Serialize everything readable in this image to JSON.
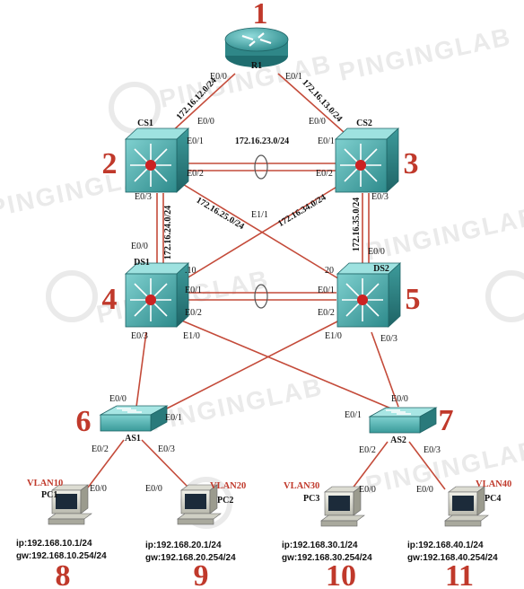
{
  "watermark": "PINGINGLAB",
  "devices": {
    "R1": {
      "name": "R1",
      "num": "1"
    },
    "CS1": {
      "name": "CS1",
      "num": "2"
    },
    "CS2": {
      "name": "CS2",
      "num": "3"
    },
    "DS1": {
      "name": "DS1",
      "num": "4"
    },
    "DS2": {
      "name": "DS2",
      "num": "5"
    },
    "AS1": {
      "name": "AS1",
      "num": "6"
    },
    "AS2": {
      "name": "AS2",
      "num": "7"
    }
  },
  "pcs": [
    {
      "name": "PC1",
      "vlan": "VLAN10",
      "ip": "ip:192.168.10.1/24",
      "gw": "gw:192.168.10.254/24",
      "num": "8",
      "port": "E0/0"
    },
    {
      "name": "PC2",
      "vlan": "VLAN20",
      "ip": "ip:192.168.20.1/24",
      "gw": "gw:192.168.20.254/24",
      "num": "9",
      "port": "E0/0"
    },
    {
      "name": "PC3",
      "vlan": "VLAN30",
      "ip": "ip:192.168.30.1/24",
      "gw": "gw:192.168.30.254/24",
      "num": "10",
      "port": "E0/0"
    },
    {
      "name": "PC4",
      "vlan": "VLAN40",
      "ip": "ip:192.168.40.1/24",
      "gw": "gw:192.168.40.254/24",
      "num": "11",
      "port": "E0/0"
    }
  ],
  "networks": {
    "r1_cs1": "172.16.12.0/24",
    "r1_cs2": "172.16.13.0/24",
    "cs1_cs2": "172.16.23.0/24",
    "cs1_ds1": "172.16.24.0/24",
    "cs1_ds2": "172.16.25.0/24",
    "cs2_ds1": "172.16.34.0/24",
    "cs2_ds2": "172.16.35.0/24"
  },
  "ports": {
    "r1_e00": "E0/0",
    "r1_e01": "E0/1",
    "cs1_e00": "E0/0",
    "cs1_e01": "E0/1",
    "cs1_e02": "E0/2",
    "cs1_e03": "E0/3",
    "cs2_e00": "E0/0",
    "cs2_e01": "E0/1",
    "cs2_e02": "E0/2",
    "cs2_e03": "E0/3",
    "cs2_e11": "E1/1",
    "ds1_e00": "E0/0",
    "ds1_e01": "E0/1",
    "ds1_e02": "E0/2",
    "ds1_e03": "E0/3",
    "ds1_e10": "E1/0",
    "ds1_vlan": ".10",
    "ds2_e00": "E0/0",
    "ds2_e01": "E0/1",
    "ds2_e02": "E0/2",
    "ds2_e03": "E0/3",
    "ds2_e10": "E1/0",
    "ds2_vlan": "20",
    "as1_e00": "E0/0",
    "as1_e01": "E0/1",
    "as1_e02": "E0/2",
    "as1_e03": "E0/3",
    "as2_e00": "E0/0",
    "as2_e01": "E0/1",
    "as2_e02": "E0/2",
    "as2_e03": "E0/3"
  }
}
